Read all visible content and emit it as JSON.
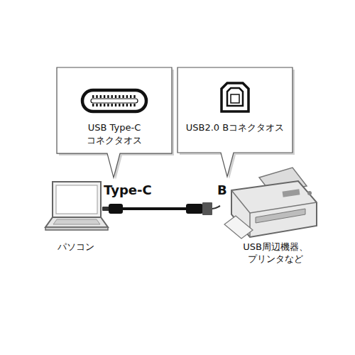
{
  "diagram": {
    "nodes": [
      {
        "text": [
          "USB Type-C コネクタオス"
        ]
      },
      {
        "text": [
          "USB2.0 Bコネクタオス"
        ]
      }
    ],
    "labels": [
      "Type-C",
      "B",
      "パソコン",
      "USB周辺機器、プリンタなど"
    ]
  }
}
